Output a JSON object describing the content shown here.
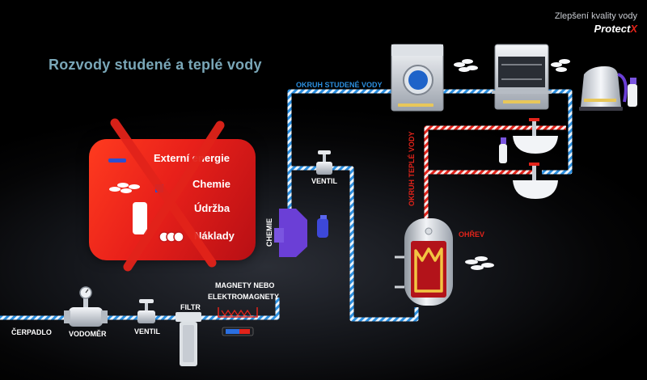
{
  "title": "Rozvody studené a teplé vody",
  "brand": {
    "tagline": "Zlepšení kvality vody",
    "name_main": "Protect",
    "name_accent": "X"
  },
  "labels": {
    "cold_circuit": "OKRUH STUDENÉ VODY",
    "hot_circuit": "OKRUH TEPLÉ VODY",
    "pump": "ČERPADLO",
    "meter": "VODOMĚR",
    "valve_low": "VENTIL",
    "valve_up": "VENTIL",
    "filter": "FILTR",
    "magnets_line1": "MAGNETY NEBO",
    "magnets_line2": "ELEKTROMAGNETY",
    "chemistry": "CHEMIE",
    "heating": "OHŘEV"
  },
  "panel": {
    "items": [
      "Externí energie",
      "Chemie",
      "Údržba",
      "Náklady"
    ],
    "crossed_out": true
  },
  "colors": {
    "cold_pipe": "#2b8fe0",
    "hot_pipe": "#e2231a",
    "panel": "#e8201a",
    "cross": "#e2231a",
    "dosing": "#6b3fd6"
  },
  "icons": [
    "water-meter-icon",
    "valve-icon",
    "filter-icon",
    "magnet-icon",
    "dosing-unit-icon",
    "washing-machine-icon",
    "dishwasher-icon",
    "kettle-icon",
    "sink-icon",
    "faucet-icon",
    "boiler-icon",
    "tablets-icon",
    "spray-bottle-icon"
  ]
}
